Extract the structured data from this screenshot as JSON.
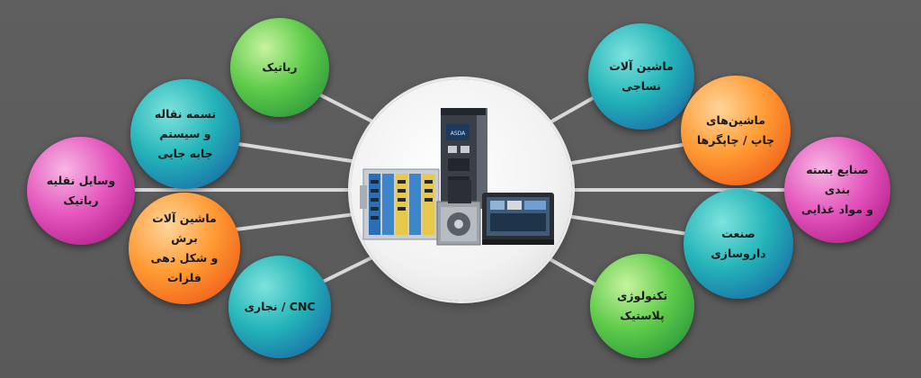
{
  "hub": {
    "image": "servo-drives-plc-hmi-photo"
  },
  "nodes": {
    "robotics": "رباتیک",
    "conveyor": "تسمه نقاله\nو سیستم\nجابه جایی",
    "robotic_vehicles": "وسایل نقلیه\nرباتیک",
    "metal_machines": "ماشین آلات برش\nو شکل دهی فلزات",
    "cnc": "CNC / نجاری",
    "textile": "ماشین آلات\nنساجی",
    "printing": "ماشین‌های\nچاپ / چاپگرها",
    "packaging": "صنایع بسته بندی\nو مواد غذایی",
    "pharma": "صنعت داروسازی",
    "plastic": "تکنولوژی\nپلاستیک"
  },
  "colors": {
    "background": "#5a5a5a",
    "teal": "#23b3b8",
    "green": "#5ecb4a",
    "pink": "#e456bd",
    "orange": "#ff9a33"
  }
}
